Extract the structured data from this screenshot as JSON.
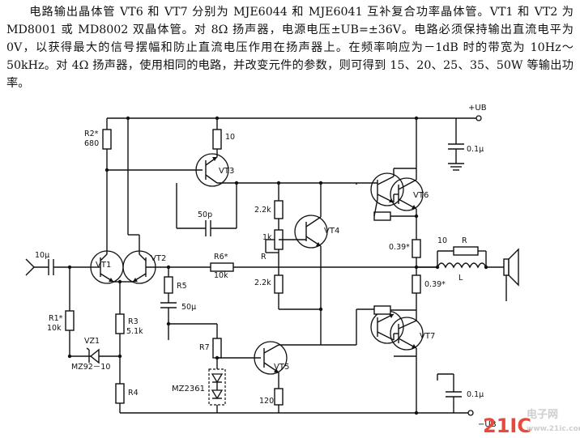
{
  "description": "电路输出晶体管 VT6 和 VT7 分别为 MJE6044 和 MJE6041 互补复合功率晶体管。VT1 和 VT2 为 MD8001 或 MD8002 双晶体管。对 8Ω 扬声器，电源电压±UB=±36V。电路必须保持输出直流电平为 0V，以获得最大的信号摆幅和防止直流电压作用在扬声器上。在频率响应为－1dB 时的带宽为 10Hz～50kHz。对 4Ω 扬声器，使用相同的电路，并改变元件的参数，则可得到 15、20、25、35、50W 等输出功率。",
  "labels": {
    "supply_pos": "+UB",
    "supply_neg": "−UB",
    "c_bypass_top": "0.1μ",
    "c_bypass_bot": "0.1μ",
    "r2": "R2*",
    "r2_val": "680",
    "r_10_top": "10",
    "vt3": "VT3",
    "vt6": "VT6",
    "vt4": "VT4",
    "vt1": "VT1",
    "vt2": "VT2",
    "vt5": "VT5",
    "vt7": "VT7",
    "r_22k_top": "2.2k",
    "r_22k_bot": "2.2k",
    "pot_1k": "1k",
    "pot_r": "R",
    "c_50p": "50p",
    "c_in": "10μ",
    "r6": "R6*",
    "r6_val": "10k",
    "r5": "R5",
    "c_50u": "50μ",
    "r1": "R1*",
    "r1_val": "10k",
    "r3": "R3",
    "r3_val": "5.1k",
    "vz1": "VZ1",
    "vz1_type": "MZ92－10",
    "r4": "R4",
    "r7": "R7",
    "mz2361": "MZ2361",
    "r_120": "120",
    "re_top": "0.39*",
    "re_bot": "0.39*",
    "out_r10": "10",
    "out_r": "R",
    "out_l": "L",
    "watermark_brand": "21IC",
    "watermark_cn": "电子网",
    "watermark_url": "www.21ic.com"
  },
  "colors": {
    "line": "#111111",
    "watermark_brand": "#e64a3c",
    "watermark_cn": "#d9d9d9"
  }
}
